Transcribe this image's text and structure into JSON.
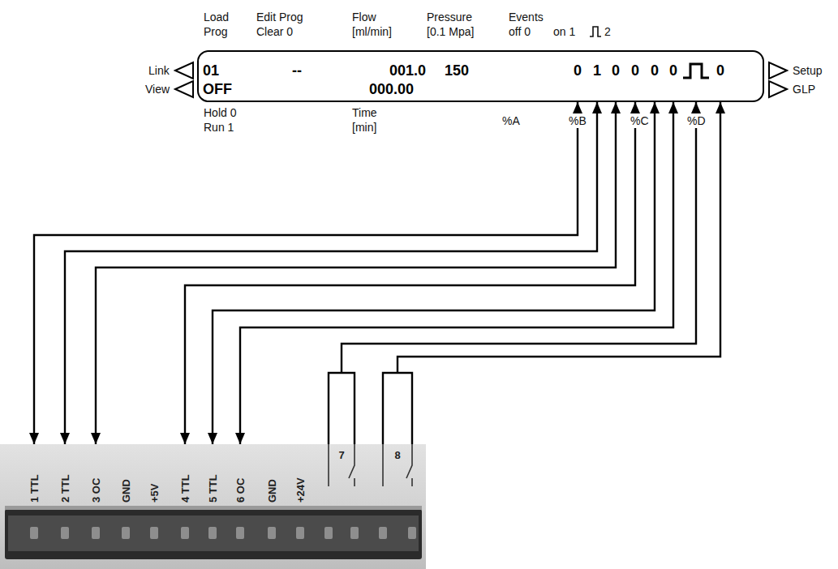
{
  "diagram": {
    "nodes": [
      {
        "text": [
          "01",
          "--",
          "001.0",
          "150",
          "0",
          "1",
          "0",
          "0",
          "0",
          "0",
          "0",
          "OFF",
          "000.00"
        ]
      },
      {
        "text": [
          "1 TTL",
          "2 TTL",
          "3 OC",
          "GND",
          "+5V",
          "4 TTL",
          "5 TTL",
          "6 OC",
          "GND",
          "+24V",
          "7",
          "8"
        ]
      }
    ],
    "edges": [
      {
        "from": 0,
        "to": 1,
        "arrow": "both"
      },
      {
        "from": 0,
        "to": 1,
        "arrow": "both"
      },
      {
        "from": 0,
        "to": 1,
        "arrow": "both"
      },
      {
        "from": 0,
        "to": 1,
        "arrow": "both"
      },
      {
        "from": 0,
        "to": 1,
        "arrow": "both"
      },
      {
        "from": 0,
        "to": 1,
        "arrow": "both"
      },
      {
        "from": 1,
        "to": 0,
        "arrow": "to"
      },
      {
        "from": 1,
        "to": 0,
        "arrow": "to"
      }
    ],
    "labels": [
      "Load Prog",
      "Edit Prog Clear 0",
      "Flow [ml/min]",
      "Pressure [0.1 Mpa]",
      "Events",
      "off 0",
      "on 1",
      "2",
      "Link",
      "View",
      "Setup",
      "GLP",
      "Hold 0 Run 1",
      "Time [min]",
      "%A",
      "%B",
      "%C",
      "%D"
    ]
  }
}
